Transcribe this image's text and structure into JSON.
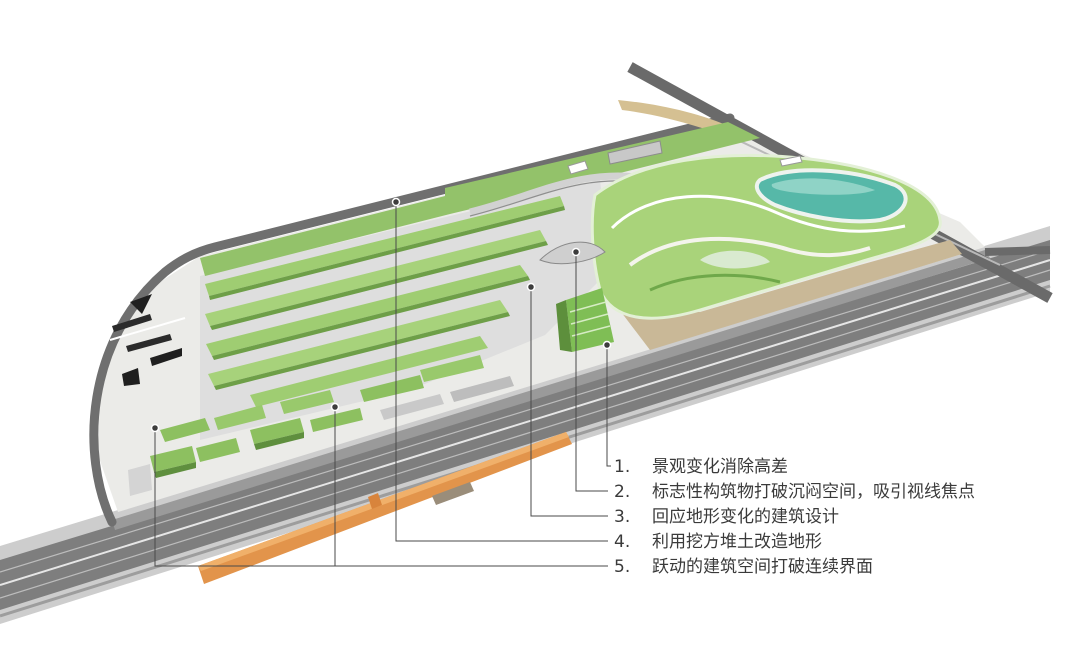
{
  "annotations": [
    {
      "number": "1.",
      "text": "景观变化消除高差"
    },
    {
      "number": "2.",
      "text": "标志性构筑物打破沉闷空间，吸引视线焦点"
    },
    {
      "number": "3.",
      "text": "回应地形变化的建筑设计"
    },
    {
      "number": "4.",
      "text": "利用挖方堆土改造地形"
    },
    {
      "number": "5.",
      "text": "跃动的建筑空间打破连续界面"
    }
  ],
  "colors": {
    "background": "#ffffff",
    "road": "#7e7e7e",
    "greenery": "#93c26a",
    "lake": "#56b8a8",
    "earth": "#c9b897",
    "building_bar": "#e2944b",
    "label_text": "#3a3a3a"
  }
}
